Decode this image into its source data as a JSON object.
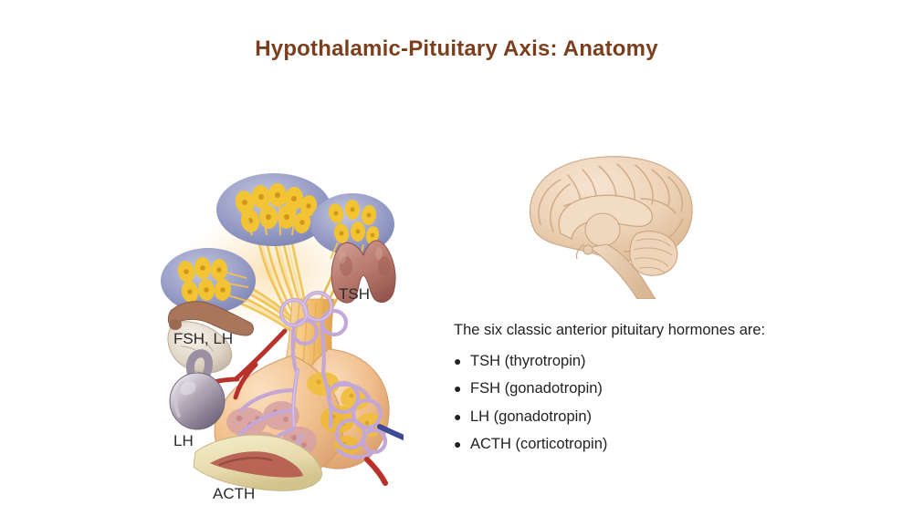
{
  "slide": {
    "title": "Hypothalamic-Pituitary Axis: Anatomy",
    "title_color": "#7B3F1D",
    "background_color": "#ffffff"
  },
  "anatomy_diagram": {
    "name": "hypothalamic-pituitary-axis-illustration",
    "labels": {
      "tsh": "TSH",
      "fsh_lh": "FSH, LH",
      "lh": "LH",
      "acth": "ACTH"
    },
    "colors": {
      "cell_cluster_oval": "#9aa0c8",
      "neuron_yellow": "#f2c230",
      "pituitary_tan": "#f3c492",
      "portal_vessel_purple": "#c3a7d6",
      "artery_red": "#b8322c",
      "vein_blue": "#3f4b98",
      "thyroid_brown": "#b5756a",
      "gonad_gray": "#8f8598",
      "ovary_cream": "#e8ded0"
    }
  },
  "brain_diagram": {
    "name": "midsagittal-brain-illustration",
    "colors": {
      "cortex": "#f0d6bb",
      "cortex_shadow": "#d9b694",
      "outline": "#c8a584"
    }
  },
  "text_block": {
    "lead": "The six classic anterior pituitary hormones are:",
    "bullet_glyph": "●",
    "items": [
      "TSH (thyrotropin)",
      "FSH (gonadotropin)",
      "LH (gonadotropin)",
      "ACTH (corticotropin)"
    ]
  }
}
